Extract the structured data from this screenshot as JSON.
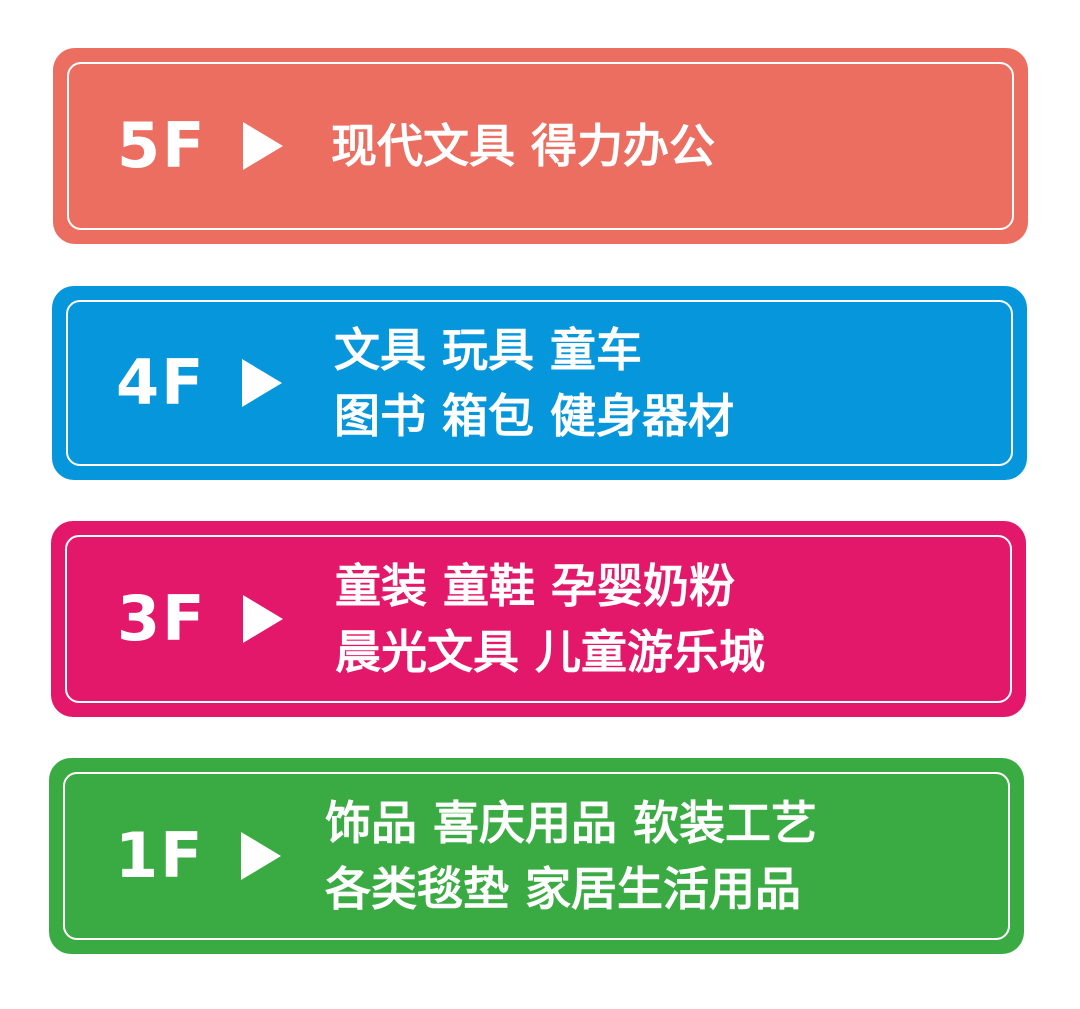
{
  "boards": [
    {
      "floor": "5F",
      "color": "#EB6E61",
      "lines": [
        "现代文具  得力办公"
      ]
    },
    {
      "floor": "4F",
      "color": "#0696DB",
      "lines": [
        "文具 玩具 童车",
        "图书 箱包 健身器材"
      ]
    },
    {
      "floor": "3F",
      "color": "#E4186A",
      "lines": [
        "童装 童鞋  孕婴奶粉",
        "晨光文具 儿童游乐城"
      ]
    },
    {
      "floor": "1F",
      "color": "#3AAA43",
      "lines": [
        "饰品 喜庆用品 软装工艺",
        "各类毯垫 家居生活用品"
      ]
    }
  ],
  "arrow_icon": "play-triangle-icon"
}
